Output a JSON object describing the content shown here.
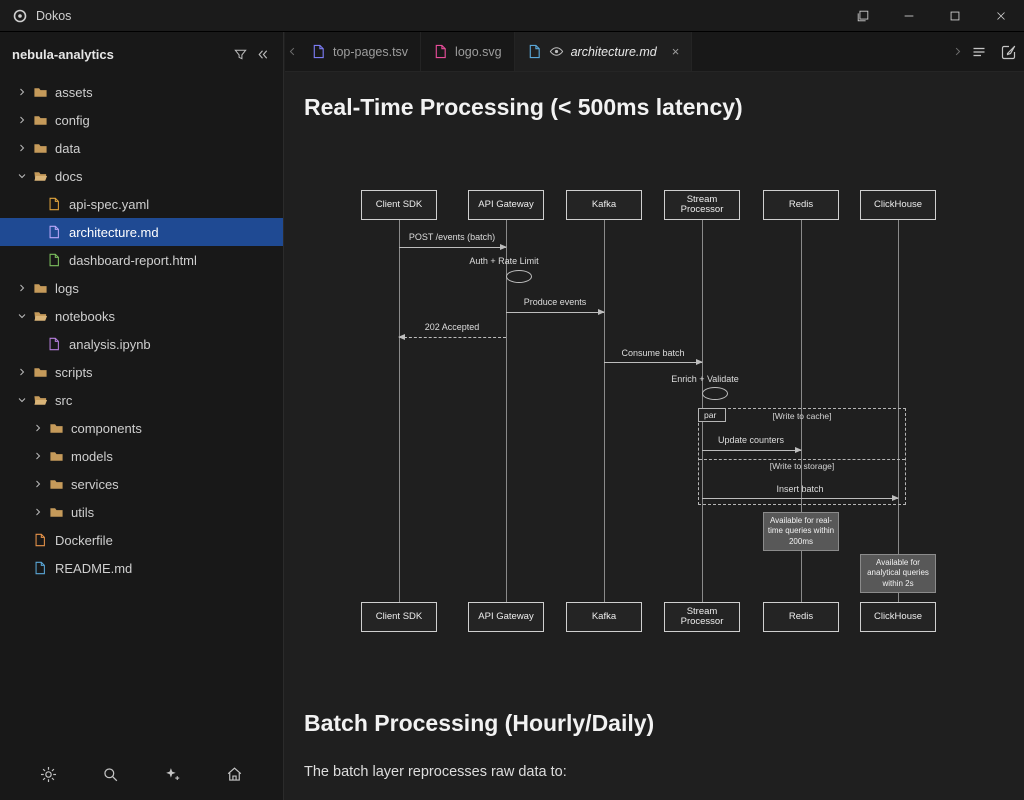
{
  "window": {
    "app_title": "Dokos",
    "controls": {
      "layout": "layout-windows",
      "minimize": "minimize",
      "maximize": "maximize",
      "close": "close"
    }
  },
  "colors": {
    "selection": "#1f4a93",
    "sidebar_bg": "#181818",
    "content_bg": "#1f1f1f",
    "titlebar_bg": "#1b1b1b",
    "folder_icon": "#c59a5a"
  },
  "sidebar": {
    "title": "nebula-analytics",
    "header_icons": [
      "filter",
      "collapse-all"
    ],
    "items": [
      {
        "label": "assets",
        "type": "folder",
        "state": "collapsed",
        "depth": 0
      },
      {
        "label": "config",
        "type": "folder",
        "state": "collapsed",
        "depth": 0
      },
      {
        "label": "data",
        "type": "folder",
        "state": "collapsed",
        "depth": 0
      },
      {
        "label": "docs",
        "type": "folder",
        "state": "expanded",
        "depth": 0
      },
      {
        "label": "api-spec.yaml",
        "type": "file",
        "depth": 1,
        "icon_color": "#e0a33c"
      },
      {
        "label": "architecture.md",
        "type": "file",
        "depth": 1,
        "icon_color": "#b9a7f9",
        "selected": true
      },
      {
        "label": "dashboard-report.html",
        "type": "file",
        "depth": 1,
        "icon_color": "#7cbf5e"
      },
      {
        "label": "logs",
        "type": "folder",
        "state": "collapsed",
        "depth": 0
      },
      {
        "label": "notebooks",
        "type": "folder",
        "state": "expanded",
        "depth": 0
      },
      {
        "label": "analysis.ipynb",
        "type": "file",
        "depth": 1,
        "icon_color": "#b57edc"
      },
      {
        "label": "scripts",
        "type": "folder",
        "state": "collapsed",
        "depth": 0
      },
      {
        "label": "src",
        "type": "folder",
        "state": "expanded",
        "depth": 0
      },
      {
        "label": "components",
        "type": "folder",
        "state": "collapsed",
        "depth": 1
      },
      {
        "label": "models",
        "type": "folder",
        "state": "collapsed",
        "depth": 1
      },
      {
        "label": "services",
        "type": "folder",
        "state": "collapsed",
        "depth": 1
      },
      {
        "label": "utils",
        "type": "folder",
        "state": "collapsed",
        "depth": 1
      },
      {
        "label": "Dockerfile",
        "type": "file",
        "depth": 0,
        "icon_color": "#e8944a"
      },
      {
        "label": "README.md",
        "type": "file",
        "depth": 0,
        "icon_color": "#5aa7d8"
      }
    ],
    "footer_icons": [
      "settings",
      "search",
      "sparkles",
      "home"
    ]
  },
  "tabs": [
    {
      "label": "top-pages.tsv",
      "icon_color": "#7b7bf2",
      "active": false
    },
    {
      "label": "logo.svg",
      "icon_color": "#e84d9a",
      "active": false
    },
    {
      "label": "architecture.md",
      "icon_color": "#5aa7d8",
      "active": true,
      "preview": true,
      "close_label": "×"
    }
  ],
  "editor": {
    "heading_realtime": "Real-Time Processing (< 500ms latency)",
    "heading_batch": "Batch Processing (Hourly/Daily)",
    "batch_intro": "The batch layer reprocesses raw data to:"
  },
  "diagram": {
    "type": "sequence",
    "participants": [
      "Client SDK",
      "API Gateway",
      "Kafka",
      "Stream Processor",
      "Redis",
      "ClickHouse"
    ],
    "messages": [
      {
        "from": "Client SDK",
        "to": "API Gateway",
        "label": "POST /events (batch)",
        "style": "solid"
      },
      {
        "from": "API Gateway",
        "to": "API Gateway",
        "label": "Auth + Rate Limit",
        "style": "self"
      },
      {
        "from": "API Gateway",
        "to": "Kafka",
        "label": "Produce events",
        "style": "solid"
      },
      {
        "from": "API Gateway",
        "to": "Client SDK",
        "label": "202 Accepted",
        "style": "dashed"
      },
      {
        "from": "Kafka",
        "to": "Stream Processor",
        "label": "Consume batch",
        "style": "solid"
      },
      {
        "from": "Stream Processor",
        "to": "Stream Processor",
        "label": "Enrich + Validate",
        "style": "self"
      },
      {
        "from": "Stream Processor",
        "to": "Redis",
        "label": "Update counters",
        "style": "solid"
      },
      {
        "from": "Stream Processor",
        "to": "ClickHouse",
        "label": "Insert batch",
        "style": "solid"
      }
    ],
    "par_block": {
      "tag": "par",
      "conditions": [
        "[Write to cache]",
        "[Write to storage]"
      ]
    },
    "notes": [
      {
        "over": "Redis",
        "text": "Available for real-time queries within 200ms"
      },
      {
        "over": "ClickHouse",
        "text": "Available for analytical queries within 2s"
      }
    ]
  }
}
